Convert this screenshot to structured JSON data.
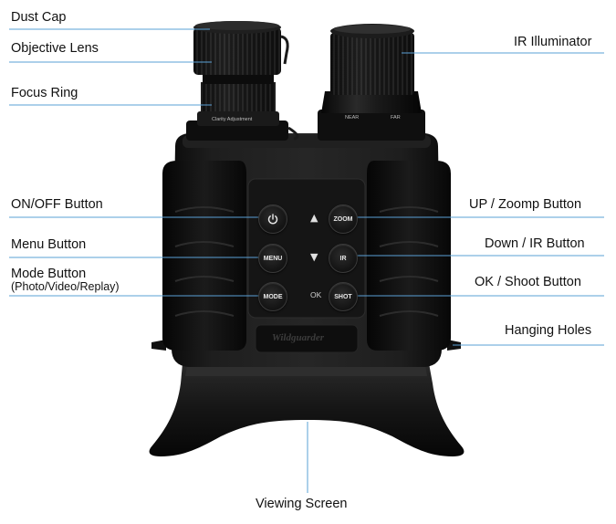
{
  "labels": {
    "dust_cap": "Dust Cap",
    "objective_lens": "Objective Lens",
    "focus_ring": "Focus Ring",
    "on_off_button": "ON/OFF Button",
    "menu_button": "Menu Button",
    "mode_button": "Mode Button",
    "mode_button_sub": "(Photo/Video/Replay)",
    "ir_illuminator": "IR Illuminator",
    "up_zoom_button": "UP / Zoomp Button",
    "down_ir_button": "Down / IR Button",
    "ok_shoot_button": "OK / Shoot Button",
    "hanging_holes": "Hanging Holes",
    "viewing_screen": "Viewing Screen"
  },
  "device": {
    "menu_label": "MENU",
    "mode_label": "MODE",
    "zoom_label": "ZOOM",
    "ir_label": "IR",
    "shot_label": "SHOT",
    "ok_label": "OK",
    "brand": "Wildguarder",
    "clarity_text": "Clarity Adjustment",
    "near_text": "NEAR",
    "far_text": "FAR",
    "up_glyph": "▲",
    "down_glyph": "▼"
  },
  "colors": {
    "leader_line": "#5aa0d6",
    "body": "#1a1a1a",
    "text": "#111111"
  }
}
